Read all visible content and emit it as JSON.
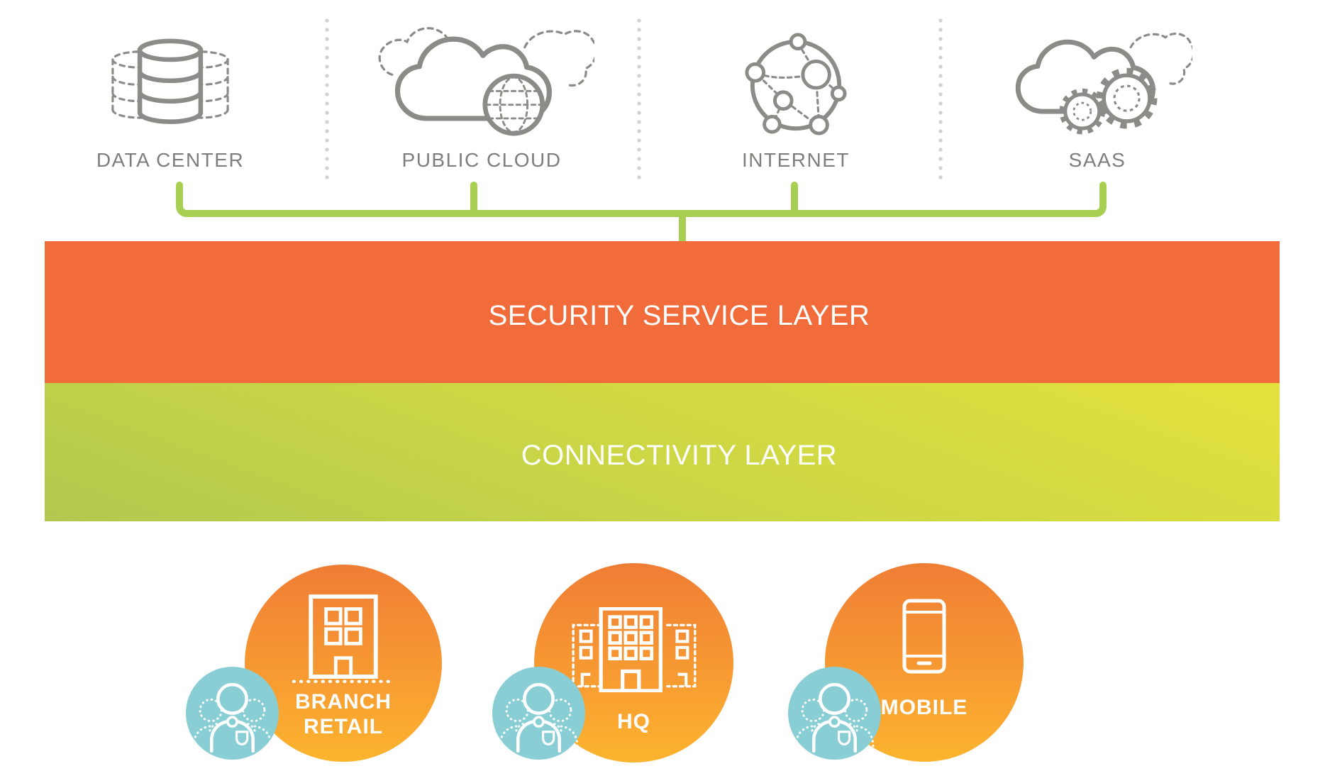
{
  "diagram": {
    "sources": [
      {
        "label": "DATA CENTER",
        "icon": "database-icon"
      },
      {
        "label": "PUBLIC CLOUD",
        "icon": "public-cloud-globe-icon"
      },
      {
        "label": "INTERNET",
        "icon": "internet-network-icon"
      },
      {
        "label": "SAAS",
        "icon": "saas-cloud-gears-icon"
      }
    ],
    "layers": [
      {
        "label": "SECURITY SERVICE LAYER",
        "color": "#f16c3a"
      },
      {
        "label": "CONNECTIVITY LAYER",
        "color_start": "#e2e03d",
        "color_end": "#b2c84f"
      }
    ],
    "sites": [
      {
        "label_lines": [
          "BRANCH",
          "RETAIL"
        ],
        "icon": "branch-building-icon"
      },
      {
        "label_lines": [
          "HQ"
        ],
        "icon": "hq-building-icon"
      },
      {
        "label_lines": [
          "MOBILE"
        ],
        "icon": "smartphone-icon"
      }
    ],
    "site_badge_icon": "user-group-icon",
    "colors": {
      "connector_green": "#a8cf52",
      "icon_gray": "#8b8b88",
      "label_gray": "#7e7e7c",
      "divider_gray": "#d2d2d0",
      "security_orange": "#f16c3a",
      "site_orange_top": "#ef7d35",
      "site_orange_bottom": "#fcb42e",
      "badge_teal": "#89ced5",
      "text_white": "#ffffff"
    }
  }
}
